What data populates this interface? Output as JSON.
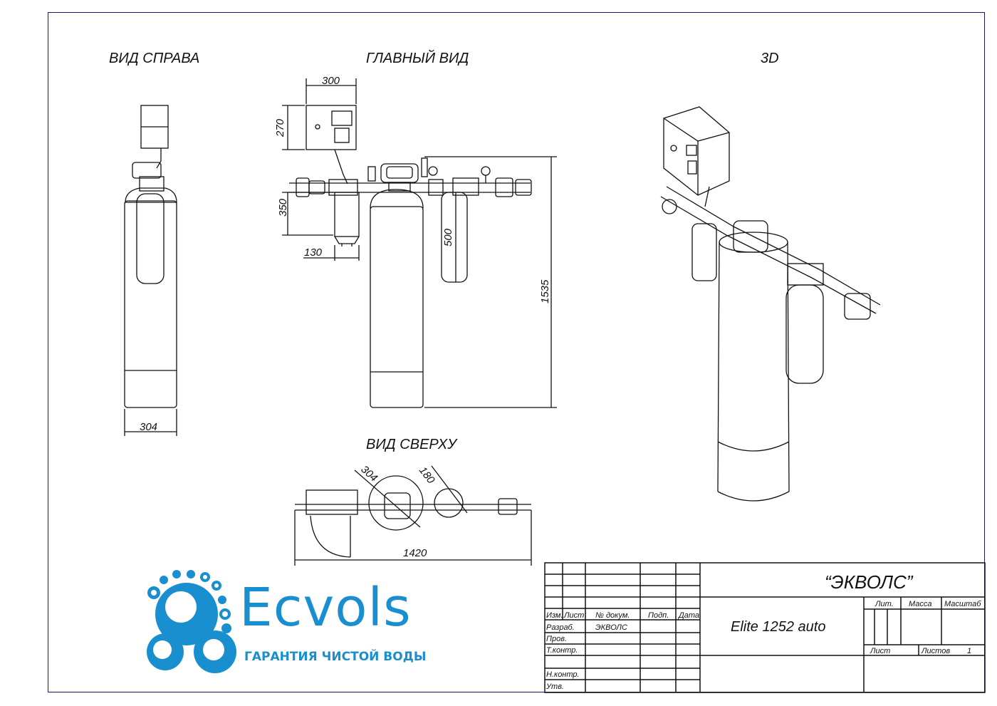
{
  "views": {
    "right": "ВИД СПРАВА",
    "main": "ГЛАВНЫЙ ВИД",
    "three_d": "3D",
    "top": "ВИД СВЕРХУ"
  },
  "dimensions": {
    "d300": "300",
    "d270": "270",
    "d350": "350",
    "d130": "130",
    "d500": "500",
    "d1535": "1535",
    "d304_right": "304",
    "d304_top": "304",
    "d180": "180",
    "d1420": "1420"
  },
  "logo": {
    "name": "Ecvols",
    "slogan": "ГАРАНТИЯ ЧИСТОЙ ВОДЫ",
    "color": "#1a8fd0"
  },
  "title_block": {
    "company": "“ЭКВОЛС”",
    "product": "Elite 1252 auto",
    "col_izm": "Изм.",
    "col_list": "Лист",
    "col_doc": "№ докум.",
    "col_sign": "Подп.",
    "col_date": "Дата",
    "razrab": "Разраб.",
    "razrab_name": "ЭКВОЛС",
    "prov": "Пров.",
    "tkontr": "Т.контр.",
    "nkontr": "Н.контр.",
    "utv": "Утв.",
    "lit": "Лит.",
    "massa": "Масса",
    "masshtab": "Масштаб",
    "sheet": "Лист",
    "sheets": "Листов",
    "sheets_count": "1"
  }
}
